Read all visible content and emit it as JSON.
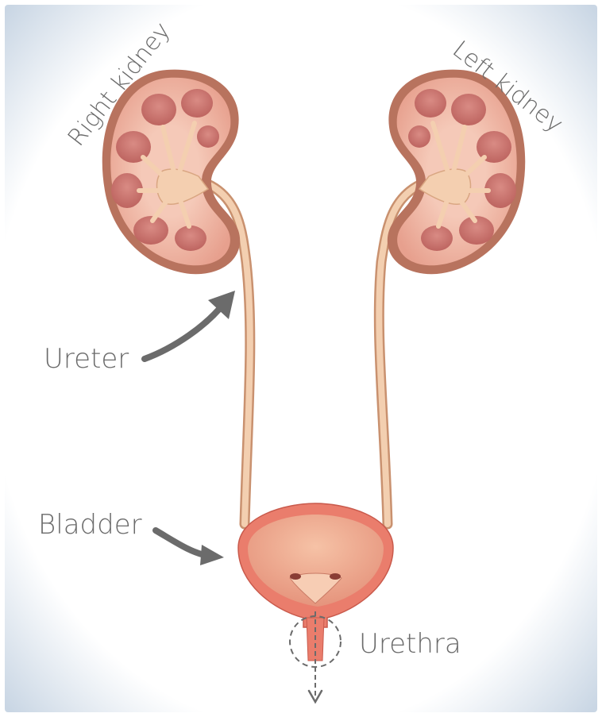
{
  "labels": {
    "right_kidney": "Right kidney",
    "left_kidney": "Left kidney",
    "ureter": "Ureter",
    "bladder": "Bladder",
    "urethra": "Urethra"
  },
  "colors": {
    "frame_outer": "#c9d6e4",
    "frame_inner": "#ffffff",
    "kidney_capsule": "#b8735e",
    "kidney_cortex": "#f1bfae",
    "kidney_pyramid": "#c9706a",
    "kidney_pelvis": "#f4cfb0",
    "ureter": "#eec4a2",
    "bladder_wall": "#ea7d6c",
    "bladder_inner": "#f0a98e",
    "urethra": "#ea7d6c",
    "arrow": "#6b6b6b",
    "text": "#6b6b6b"
  }
}
